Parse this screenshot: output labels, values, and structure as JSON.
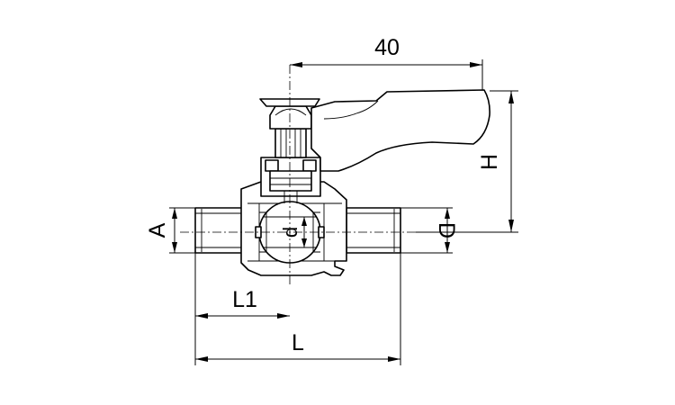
{
  "diagram": {
    "dimensions": {
      "handle_length": "40",
      "height": "H",
      "thread_a": "A",
      "bore": "d",
      "thread_d": "D",
      "half_length": "L1",
      "overall_length": "L"
    }
  }
}
